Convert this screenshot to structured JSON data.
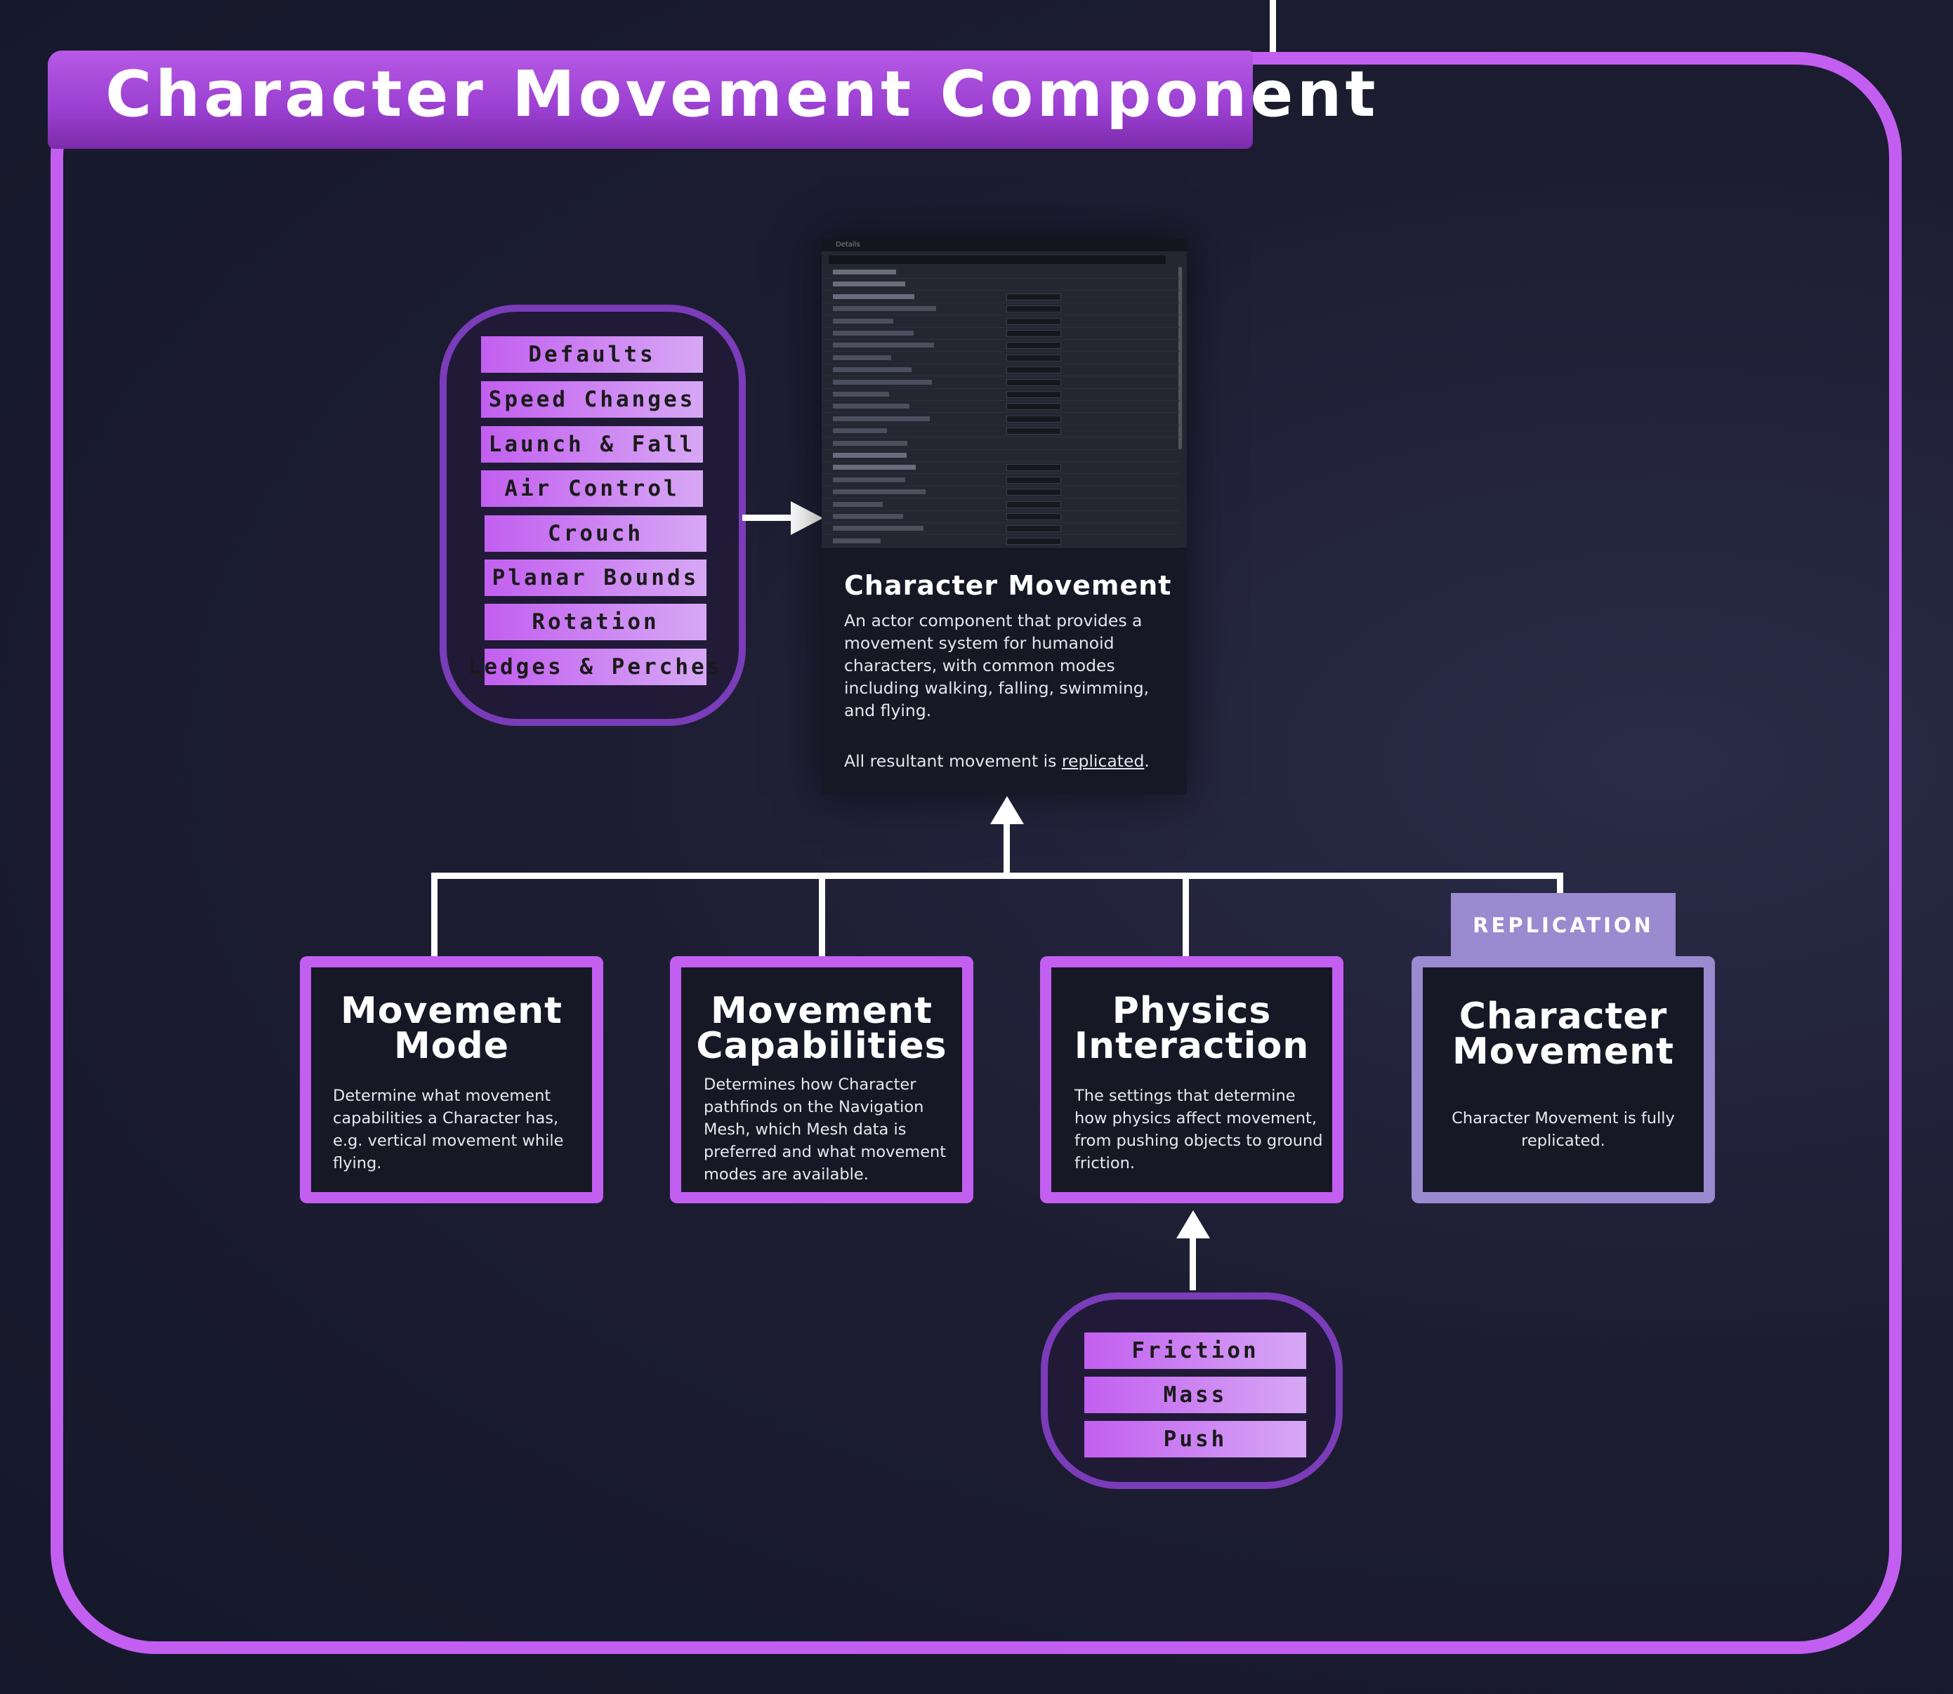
{
  "title": "Character Movement Component",
  "movement_features": [
    "Defaults",
    "Speed Changes",
    "Launch & Fall",
    "Air Control",
    "Crouch",
    "Planar Bounds",
    "Rotation",
    "Ledges & Perches"
  ],
  "panel": {
    "title": "Character Movement",
    "description": "An actor component that provides a movement system for humanoid characters, with common modes including walking, falling, swimming, and flying.",
    "note_prefix": "All resultant movement is ",
    "note_link": "replicated",
    "note_suffix": "."
  },
  "cards": {
    "movement_mode": {
      "title_line1": "Movement",
      "title_line2": "Mode",
      "description": "Determine what movement capabilities a Character has, e.g. vertical movement while flying."
    },
    "movement_capabilities": {
      "title_line1": "Movement",
      "title_line2": "Capabilities",
      "description": "Determines how Character pathfinds on the Navigation Mesh, which Mesh data is preferred and what movement modes are available."
    },
    "physics_interaction": {
      "title_line1": "Physics",
      "title_line2": "Interaction",
      "description": "The settings that determine how physics affect movement, from pushing objects to ground friction."
    },
    "character_movement": {
      "tab": "REPLICATION",
      "title_line1": "Character",
      "title_line2": "Movement",
      "description": "Character Movement is fully replicated."
    }
  },
  "physics_features": [
    "Friction",
    "Mass",
    "Push"
  ],
  "colors": {
    "accent": "#c25ff0",
    "replication": "#9a8ad0",
    "card_bg": "#161826",
    "connector": "#ffffff"
  }
}
